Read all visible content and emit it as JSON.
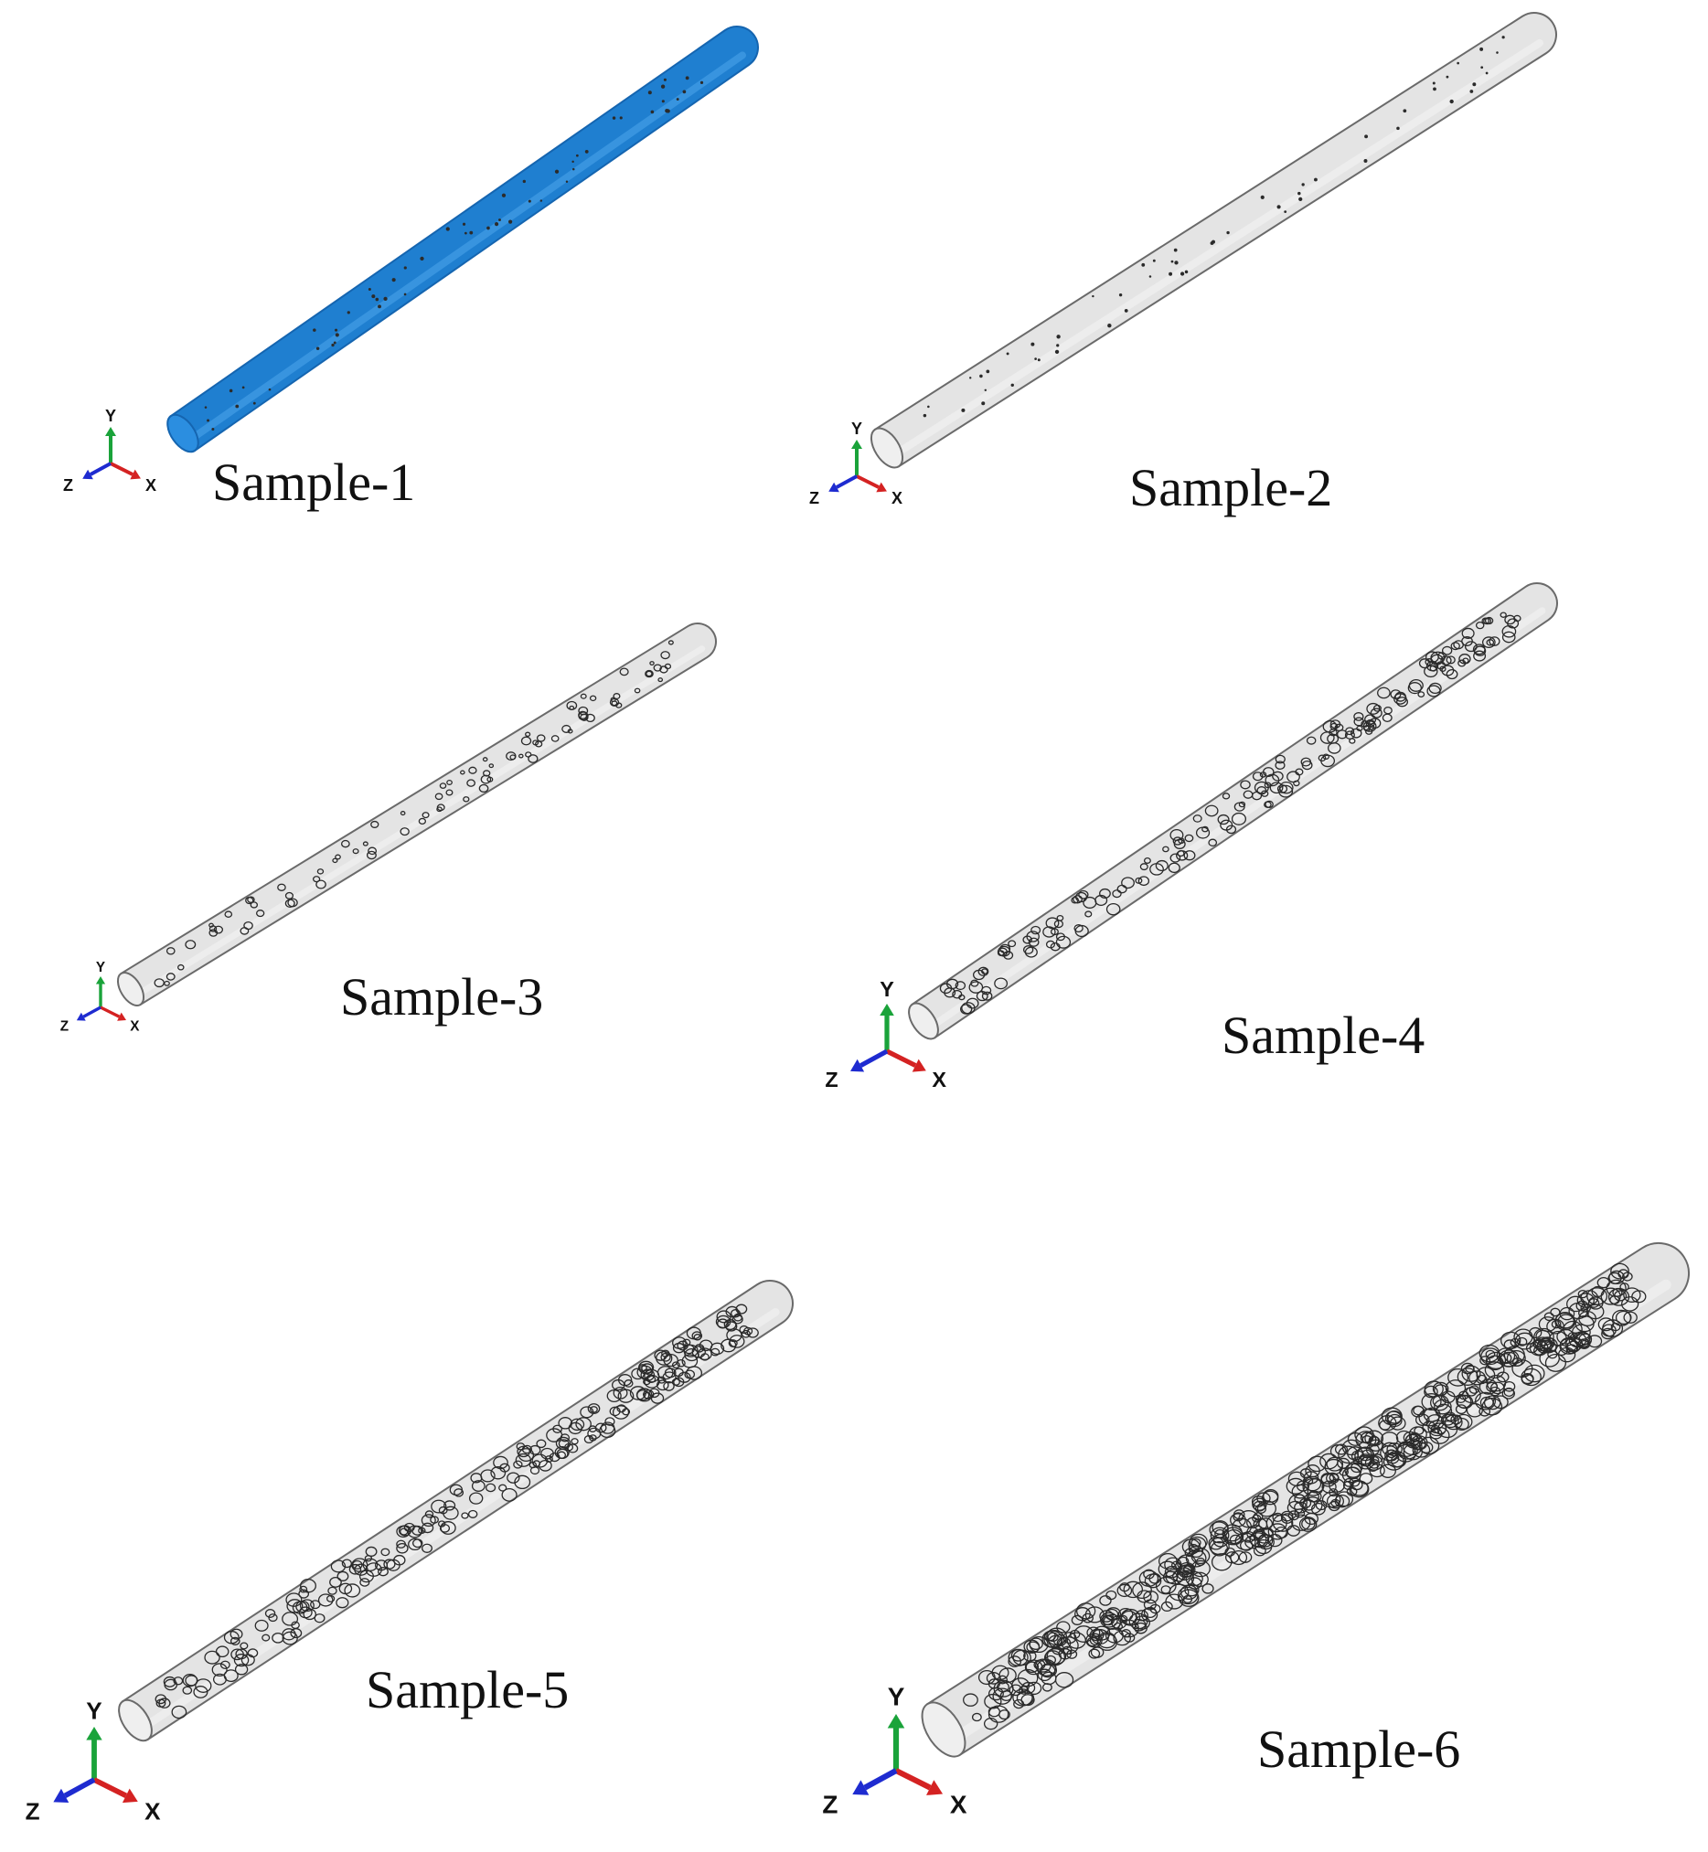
{
  "panels": [
    {
      "label": "Sample-1",
      "surface": "#1f7fd0",
      "outline": "#1565b0",
      "pore_density": "sparse-dots",
      "triad": {
        "y": "Y",
        "x": "X",
        "z": "Z"
      }
    },
    {
      "label": "Sample-2",
      "surface": "#e4e4e4",
      "outline": "#6a6a6a",
      "pore_density": "sparse-dots",
      "triad": {
        "y": "Y",
        "x": "X",
        "z": "Z"
      }
    },
    {
      "label": "Sample-3",
      "surface": "#e4e4e4",
      "outline": "#6a6a6a",
      "pore_density": "low",
      "triad": {
        "y": "Y",
        "x": "X",
        "z": "Z"
      }
    },
    {
      "label": "Sample-4",
      "surface": "#e4e4e4",
      "outline": "#6a6a6a",
      "pore_density": "medium",
      "triad": {
        "y": "Y",
        "x": "X",
        "z": "Z"
      }
    },
    {
      "label": "Sample-5",
      "surface": "#e4e4e4",
      "outline": "#6a6a6a",
      "pore_density": "medium-high",
      "triad": {
        "y": "Y",
        "x": "X",
        "z": "Z"
      }
    },
    {
      "label": "Sample-6",
      "surface": "#e4e4e4",
      "outline": "#6a6a6a",
      "pore_density": "high",
      "triad": {
        "y": "Y",
        "x": "X",
        "z": "Z"
      }
    }
  ],
  "axis_colors": {
    "y": "#1aa33a",
    "x": "#d42222",
    "z": "#1e2bd0"
  }
}
